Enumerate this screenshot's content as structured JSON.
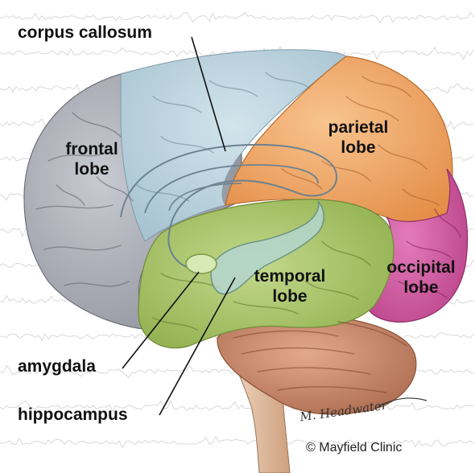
{
  "labels": {
    "corpus_callosum": "corpus callosum",
    "frontal_lobe": [
      "frontal",
      "lobe"
    ],
    "parietal_lobe": [
      "parietal",
      "lobe"
    ],
    "occipital_lobe": [
      "occipital",
      "lobe"
    ],
    "temporal_lobe": [
      "temporal",
      "lobe"
    ],
    "amygdala": "amygdala",
    "hippocampus": "hippocampus"
  },
  "credit": "© Mayfield Clinic",
  "signature": "M. Headwater",
  "colors": {
    "frontal_gray": "#a9aab4",
    "frontal_blue": "#b9d3df",
    "parietal_orange": "#f3a865",
    "occipital_magenta": "#d0529e",
    "temporal_green": "#a9c468",
    "cerebellum_brown": "#c9896b",
    "brainstem": "#e5c3a4",
    "eeg_trace": "#d8d8d8"
  }
}
